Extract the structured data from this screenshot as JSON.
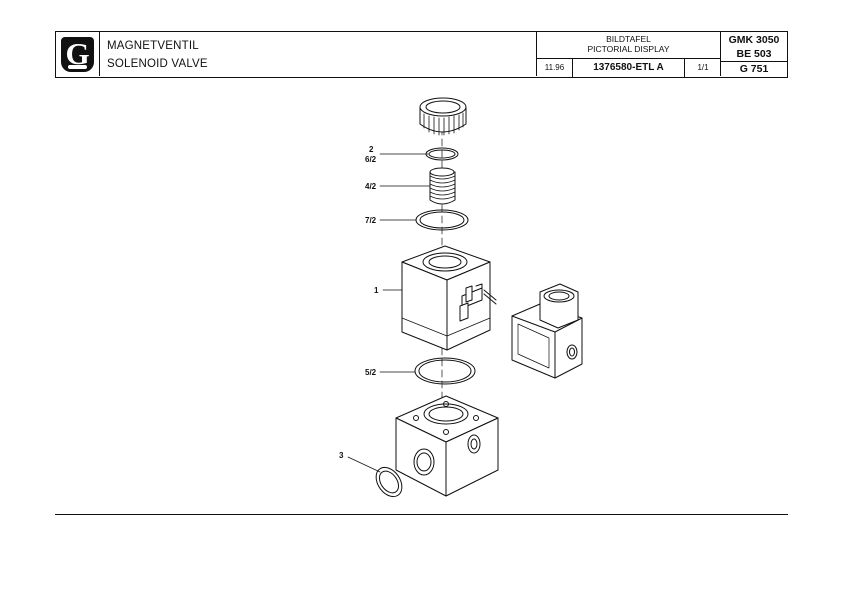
{
  "titleblock": {
    "logo_letter": "G",
    "name_de": "MAGNETVENTIL",
    "name_en": "SOLENOID  VALVE",
    "bild_de": "BILDTAFEL",
    "bild_en": "PICTORIAL DISPLAY",
    "date": "11.96",
    "part_number": "1376580-ETL  A",
    "sheet": "1/1",
    "code1": "GMK 3050",
    "code2": "BE 503",
    "code3": "G 751"
  },
  "callouts": {
    "c2": "2",
    "c62": "6/2",
    "c42": "4/2",
    "c72": "7/2",
    "c1": "1",
    "c52": "5/2",
    "c3": "3"
  }
}
